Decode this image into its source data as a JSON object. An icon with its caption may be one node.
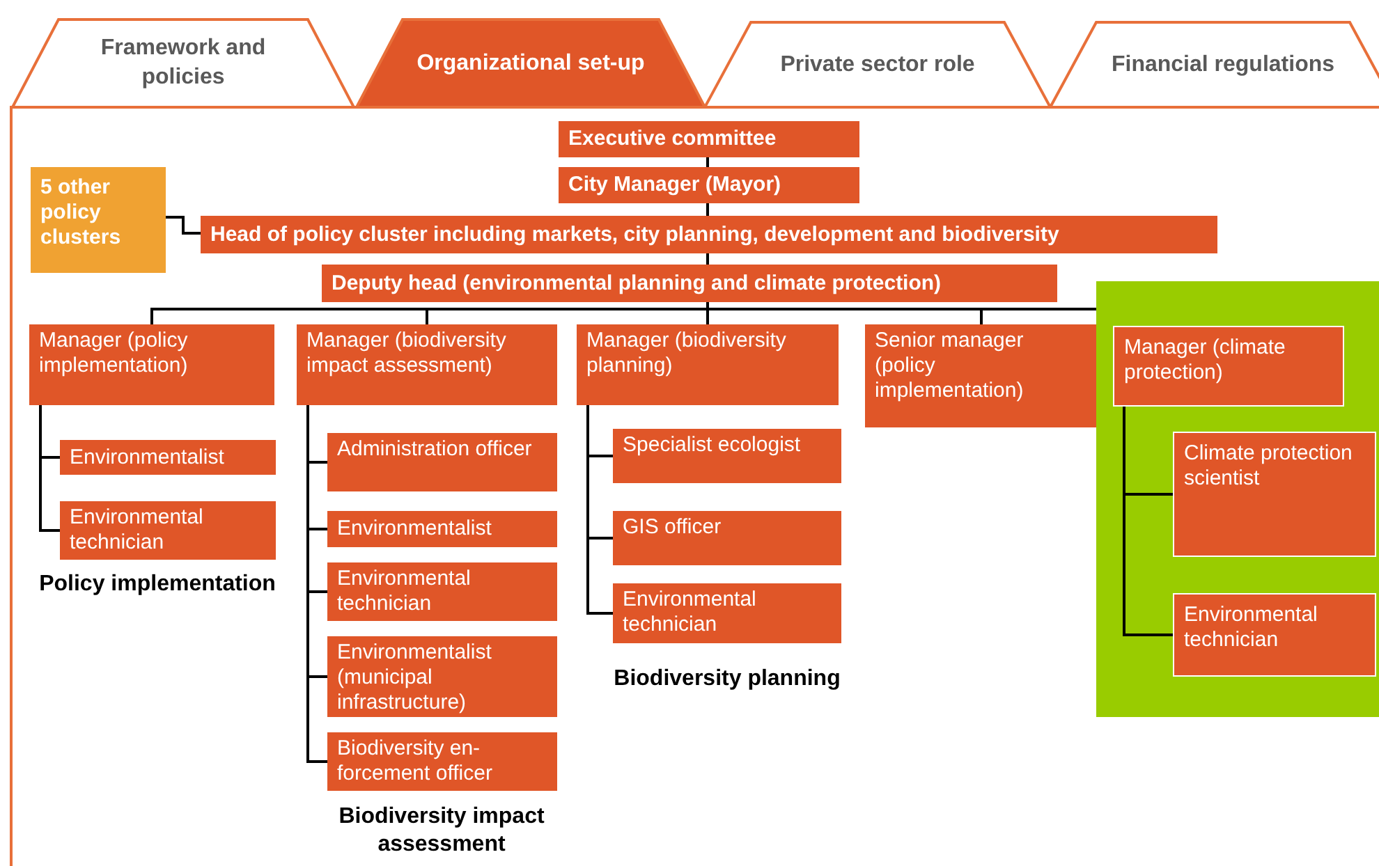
{
  "diagram": {
    "nodes": [
      {
        "text": [
          "Framework and policies"
        ]
      },
      {
        "text": [
          "Organizational set-up"
        ]
      },
      {
        "text": [
          "Private sector role"
        ]
      },
      {
        "text": [
          "Financial regulations"
        ]
      },
      {
        "text": [
          "Executive committee"
        ]
      },
      {
        "text": [
          "City Manager (Mayor)"
        ]
      },
      {
        "text": [
          "5 other policy clusters"
        ]
      },
      {
        "text": [
          "Head of policy cluster including markets, city planning, development and biodiversity"
        ]
      },
      {
        "text": [
          "Deputy head (environmental planning and climate protection)"
        ]
      },
      {
        "text": [
          "Manager (policy implementation)"
        ]
      },
      {
        "text": [
          "Environmentalist"
        ]
      },
      {
        "text": [
          "Environmental technician"
        ]
      },
      {
        "text": [
          "Manager (biodiversity impact assessment)"
        ]
      },
      {
        "text": [
          "Administration officer"
        ]
      },
      {
        "text": [
          "Environmentalist"
        ]
      },
      {
        "text": [
          "Environmental technician"
        ]
      },
      {
        "text": [
          "Environmentalist (municipal infrastructure)"
        ]
      },
      {
        "text": [
          "Biodiversity en-forcement officer"
        ]
      },
      {
        "text": [
          "Manager (biodiversity planning)"
        ]
      },
      {
        "text": [
          "Specialist ecologist"
        ]
      },
      {
        "text": [
          "GIS officer"
        ]
      },
      {
        "text": [
          "Environmental technician"
        ]
      },
      {
        "text": [
          "Senior manager (policy implementation)"
        ]
      },
      {
        "text": [],
        "shape": "box"
      },
      {
        "text": [
          "Manager (climate protection)"
        ],
        "in": 23
      },
      {
        "text": [
          "Climate protection scientist"
        ],
        "in": 23
      },
      {
        "text": [
          "Environmental technician"
        ],
        "in": 23
      }
    ],
    "edges": [
      {
        "from": 4,
        "to": 5,
        "arrow": "none"
      },
      {
        "from": 5,
        "to": 7,
        "arrow": "none"
      },
      {
        "from": 6,
        "to": 7,
        "arrow": "none"
      },
      {
        "from": 7,
        "to": 8,
        "arrow": "none"
      },
      {
        "from": 8,
        "to": 9,
        "arrow": "none"
      },
      {
        "from": 8,
        "to": 12,
        "arrow": "none"
      },
      {
        "from": 8,
        "to": 18,
        "arrow": "none"
      },
      {
        "from": 8,
        "to": 22,
        "arrow": "none"
      },
      {
        "from": 8,
        "to": 24,
        "arrow": "none"
      },
      {
        "from": 9,
        "to": 10,
        "arrow": "none"
      },
      {
        "from": 9,
        "to": 11,
        "arrow": "none"
      },
      {
        "from": 12,
        "to": 13,
        "arrow": "none"
      },
      {
        "from": 12,
        "to": 14,
        "arrow": "none"
      },
      {
        "from": 12,
        "to": 15,
        "arrow": "none"
      },
      {
        "from": 12,
        "to": 16,
        "arrow": "none"
      },
      {
        "from": 12,
        "to": 17,
        "arrow": "none"
      },
      {
        "from": 18,
        "to": 19,
        "arrow": "none"
      },
      {
        "from": 18,
        "to": 20,
        "arrow": "none"
      },
      {
        "from": 18,
        "to": 21,
        "arrow": "none"
      },
      {
        "from": 24,
        "to": 25,
        "arrow": "none"
      },
      {
        "from": 24,
        "to": 26,
        "arrow": "none"
      }
    ],
    "labels": [
      "Policy implementation",
      "Biodiversity planning",
      "Biodiversity impact assessment"
    ]
  }
}
